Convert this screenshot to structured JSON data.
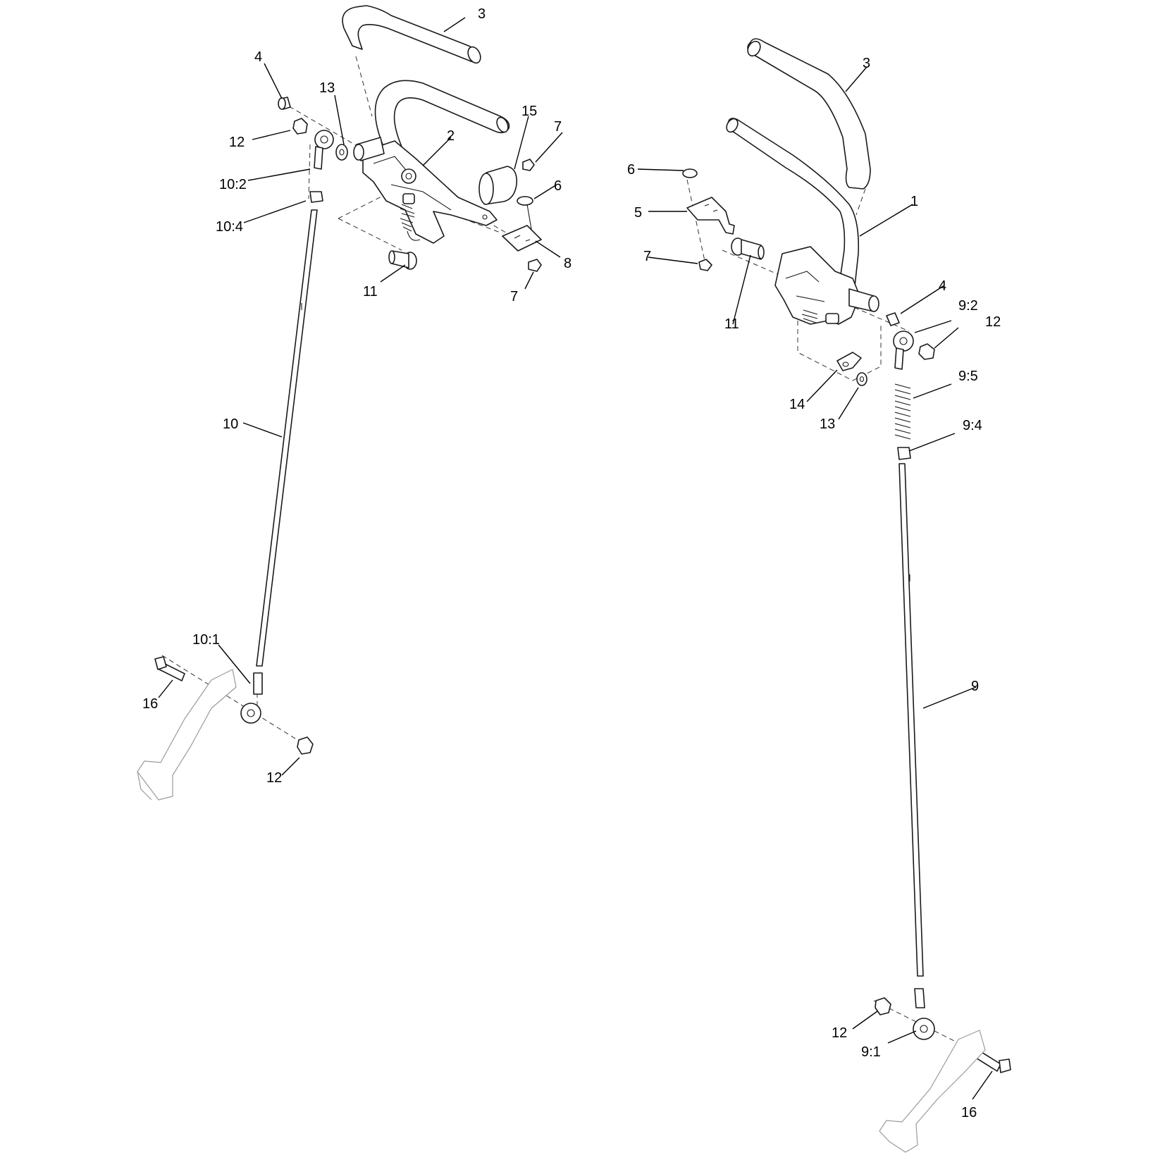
{
  "callouts": {
    "c1": "1",
    "c2": "2",
    "c3a": "3",
    "c3b": "3",
    "c4a": "4",
    "c4b": "4",
    "c5": "5",
    "c6a": "6",
    "c6b": "6",
    "c7a": "7",
    "c7b": "7",
    "c7c": "7",
    "c8": "8",
    "c9": "9",
    "c9_1": "9:1",
    "c9_2": "9:2",
    "c9_4": "9:4",
    "c9_5": "9:5",
    "c10": "10",
    "c10_1": "10:1",
    "c10_2": "10:2",
    "c10_4": "10:4",
    "c11a": "11",
    "c11b": "11",
    "c12a": "12",
    "c12b": "12",
    "c12c": "12",
    "c12d": "12",
    "c13a": "13",
    "c13b": "13",
    "c14": "14",
    "c15": "15",
    "c16a": "16",
    "c16b": "16"
  }
}
